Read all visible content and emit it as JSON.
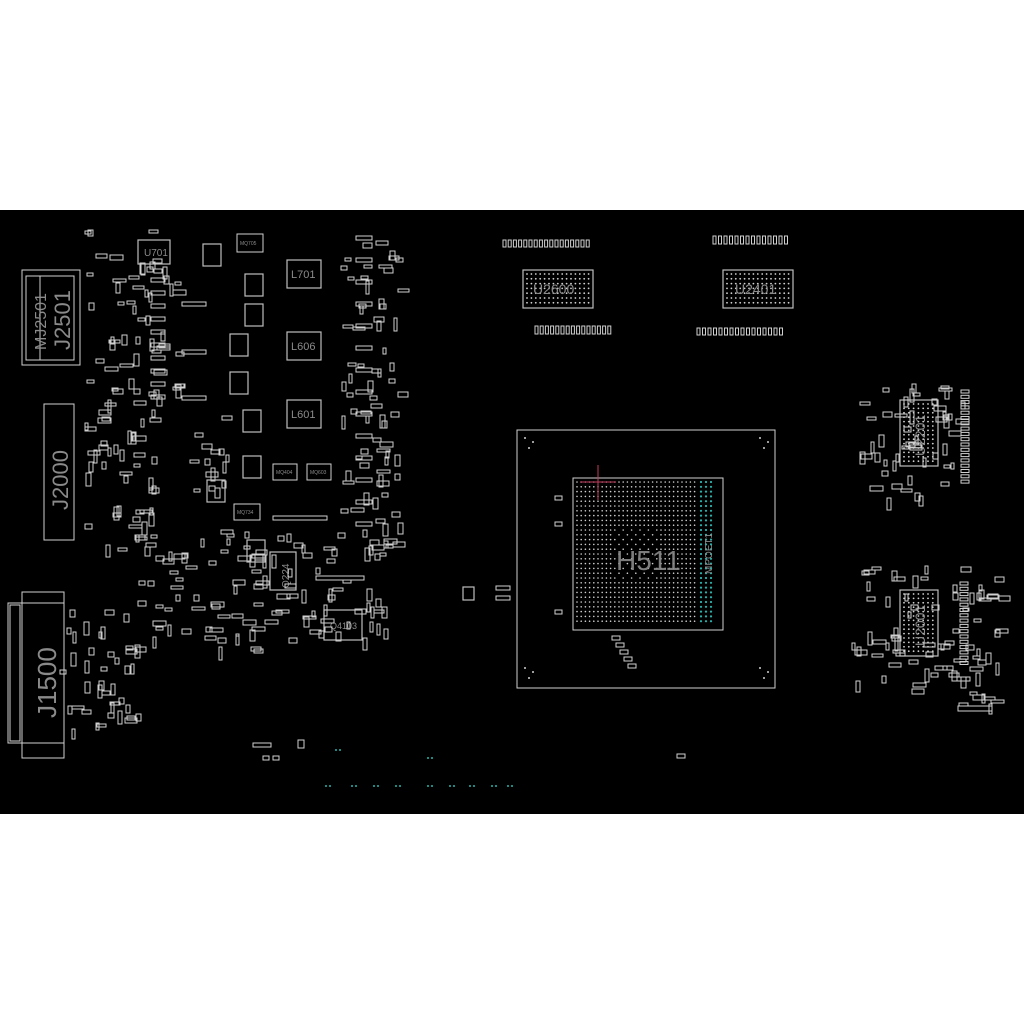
{
  "board": {
    "background": "#000000",
    "outline_color": "#d0d0d0",
    "label_color": "#8a8a8a",
    "highlight_color": "#2bb3ad",
    "marker_color": "#c23b5b"
  },
  "labels": {
    "mj2501": "MJ2501",
    "j2501": "J2501",
    "j2000": "J2000",
    "j1500": "J1500",
    "u701": "U701",
    "l701": "L701",
    "l606": "L606",
    "l601": "L601",
    "q224": "Q224",
    "q4103": "Q4103",
    "u2600": "U2600",
    "u2401": "U2401",
    "u2201": "U2201",
    "u2001": "U2001",
    "h511": "H511",
    "mpoet": "MPOET1"
  },
  "small_labels": {
    "mq705": "MQ705",
    "mq404": "MQ404",
    "mq603": "MQ603",
    "mq734": "MQ734"
  }
}
